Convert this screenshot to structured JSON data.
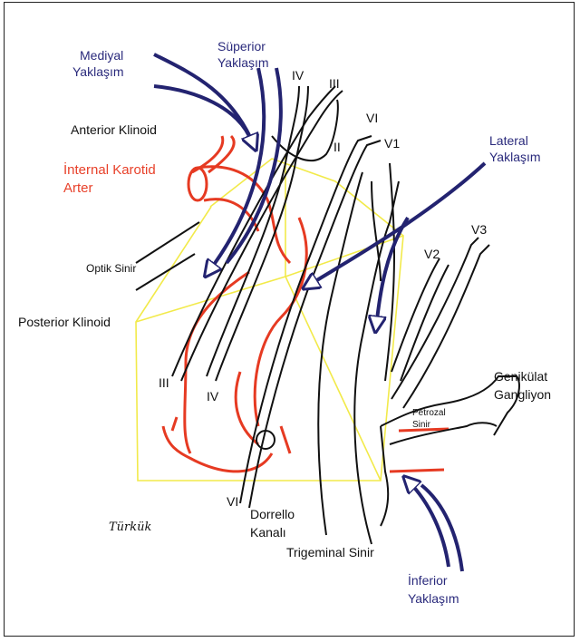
{
  "approaches": {
    "medial": [
      "Mediyal",
      "Yaklaşım"
    ],
    "superior": [
      "Süperior",
      "Yaklaşım"
    ],
    "lateral": [
      "Lateral",
      "Yaklaşım"
    ],
    "inferior": [
      "İnferior",
      "Yaklaşım"
    ]
  },
  "structures": {
    "anterior_clinoid": "Anterior Klinoid",
    "internal_carotid": [
      "İnternal Karotid",
      "Arter"
    ],
    "optic_nerve": "Optik Sinir",
    "posterior_clinoid": "Posterior Klinoid",
    "dorello_canal": [
      "Dorrello",
      "Kanalı"
    ],
    "trigeminal_nerve": "Trigeminal Sinir",
    "geniculate_ganglion": [
      "Genikülat",
      "Gangliyon"
    ],
    "petrosal_nerve": [
      "Petrozal",
      "Sinir"
    ]
  },
  "nerve_labels": {
    "n_IV_top": "IV",
    "n_III_top": "III",
    "n_II": "II",
    "n_VI_top": "VI",
    "n_V1": "V1",
    "n_V2": "V2",
    "n_V3": "V3",
    "n_III_bottom": "III",
    "n_IV_bottom": "IV",
    "n_VI_bottom": "VI"
  },
  "signature": "Türkük",
  "colors": {
    "approach_arrow": "#232370",
    "carotid": "#e63a22",
    "box": "#f2ea4a",
    "nerve": "#111111"
  }
}
